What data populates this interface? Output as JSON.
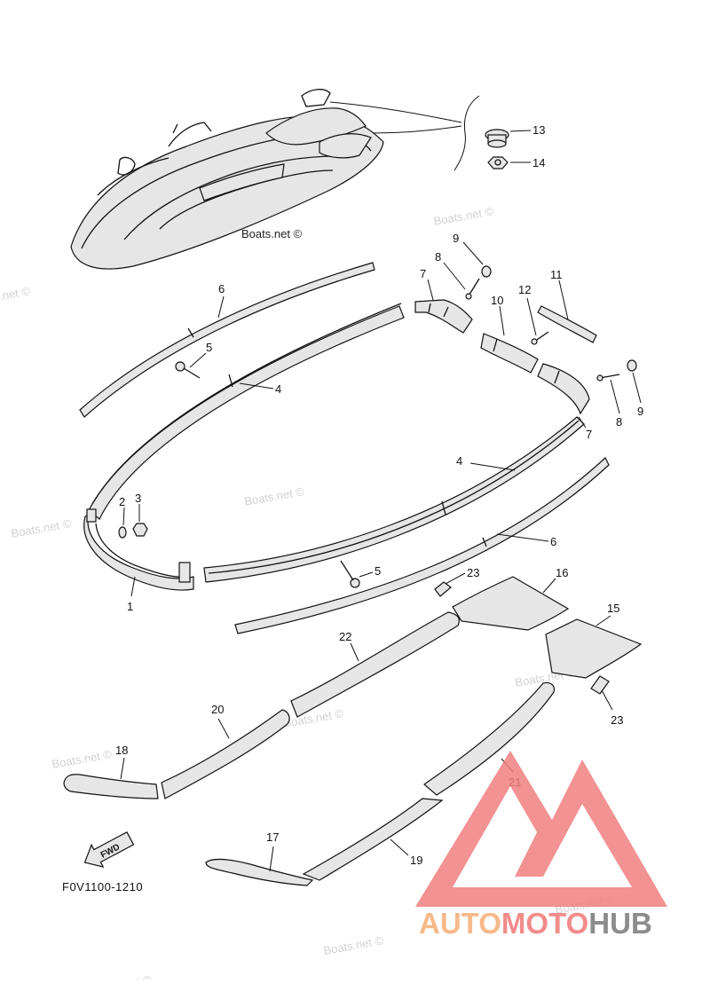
{
  "diagram": {
    "code": "F0V1100-1210",
    "fwd_label": "FWD",
    "craft_watermark": "Boats.net ©",
    "watermark_text": "Boats.net ©",
    "callouts": [
      {
        "id": "c1",
        "label": "1"
      },
      {
        "id": "c2",
        "label": "2"
      },
      {
        "id": "c3",
        "label": "3"
      },
      {
        "id": "c4a",
        "label": "4"
      },
      {
        "id": "c4b",
        "label": "4"
      },
      {
        "id": "c5a",
        "label": "5"
      },
      {
        "id": "c5b",
        "label": "5"
      },
      {
        "id": "c6a",
        "label": "6"
      },
      {
        "id": "c6b",
        "label": "6"
      },
      {
        "id": "c7a",
        "label": "7"
      },
      {
        "id": "c7b",
        "label": "7"
      },
      {
        "id": "c8a",
        "label": "8"
      },
      {
        "id": "c8b",
        "label": "8"
      },
      {
        "id": "c9a",
        "label": "9"
      },
      {
        "id": "c9b",
        "label": "9"
      },
      {
        "id": "c10",
        "label": "10"
      },
      {
        "id": "c11",
        "label": "11"
      },
      {
        "id": "c12",
        "label": "12"
      },
      {
        "id": "c13",
        "label": "13"
      },
      {
        "id": "c14",
        "label": "14"
      },
      {
        "id": "c15",
        "label": "15"
      },
      {
        "id": "c16",
        "label": "16"
      },
      {
        "id": "c17",
        "label": "17"
      },
      {
        "id": "c18",
        "label": "18"
      },
      {
        "id": "c19",
        "label": "19"
      },
      {
        "id": "c20",
        "label": "20"
      },
      {
        "id": "c21",
        "label": "21"
      },
      {
        "id": "c22",
        "label": "22"
      },
      {
        "id": "c23a",
        "label": "23"
      },
      {
        "id": "c23b",
        "label": "23"
      }
    ]
  },
  "logo": {
    "word_part1": "AUTO",
    "word_part2": "MOTO",
    "word_part3": "HUB",
    "colors": {
      "part1": "#f6b98a",
      "part2": "#f28b8b",
      "part3": "#8c8c8c",
      "mark": "#f07f7f"
    }
  }
}
